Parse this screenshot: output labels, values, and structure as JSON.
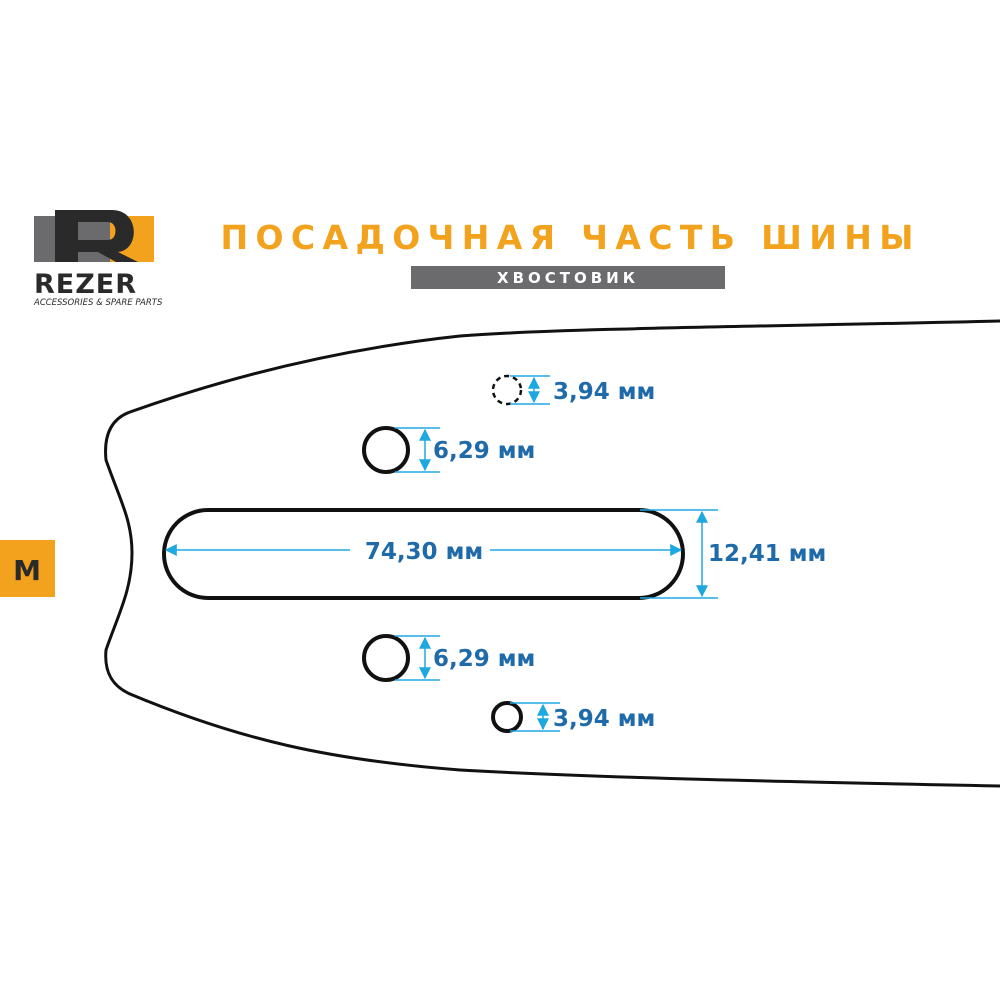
{
  "brand": {
    "name": "REZER",
    "tagline": "ACCESSORIES & SPARE PARTS",
    "mark": "R"
  },
  "header": {
    "title": "ПОСАДОЧНАЯ ЧАСТЬ ШИНЫ",
    "subtitle": "ХВОСТОВИК"
  },
  "mount_code": "M",
  "dimensions": {
    "top_small_hole": "3,94 мм",
    "top_hole": "6,29 мм",
    "slot_length": "74,30 мм",
    "slot_width": "12,41 мм",
    "bottom_hole": "6,29 мм",
    "bottom_small_hole": "3,94 мм"
  },
  "colors": {
    "accent": "#f2a21c",
    "gray": "#6b6b6d",
    "label": "#1f6aa8",
    "dim_line": "#1ea8e0"
  }
}
